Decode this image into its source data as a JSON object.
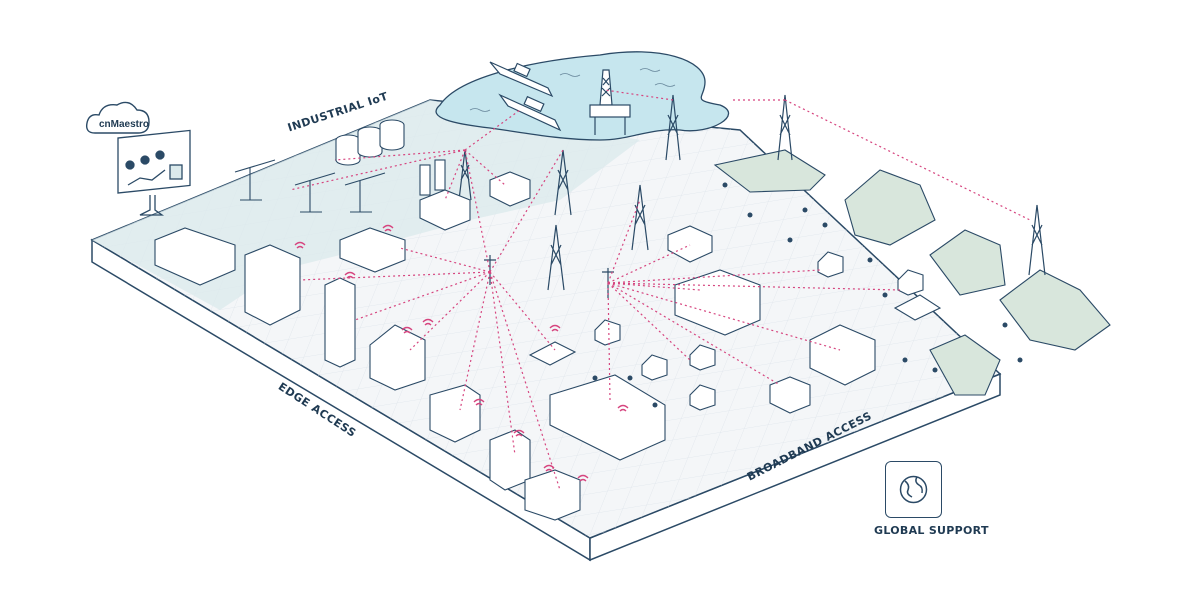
{
  "labels": {
    "industrial_iot": "INDUSTRIAL IoT",
    "edge_access": "EDGE ACCESS",
    "broadband_access": "BROADBAND ACCESS",
    "global_support": "GLOBAL SUPPORT",
    "cloud_brand": "cnMaestro"
  },
  "colors": {
    "outline": "#2b4a66",
    "link": "#d6457f",
    "water": "#c6e6ee",
    "iot_zone": "#dbeaec",
    "hills": "#d8e6dc",
    "ground": "#f4f6f8",
    "grid": "#d9dfe6"
  },
  "icons": [
    "cloud-icon",
    "dashboard-monitor-icon",
    "globe-icon",
    "wifi-icon",
    "tower-icon",
    "ship-icon",
    "oil-rig-icon",
    "tank-icon",
    "pumpjack-icon",
    "building-icon",
    "house-icon",
    "tree-icon",
    "mountain-icon"
  ]
}
